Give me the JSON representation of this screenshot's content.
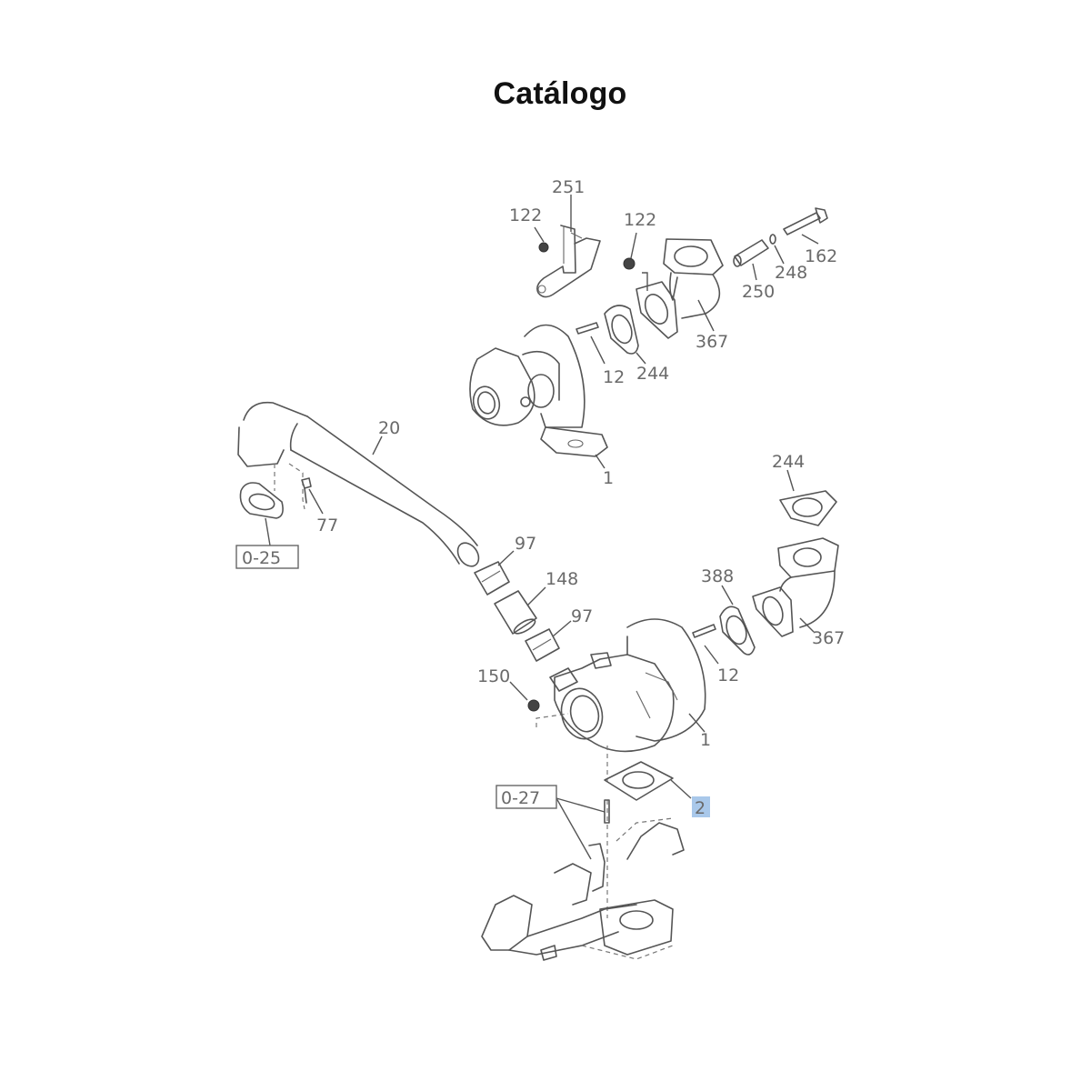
{
  "page": {
    "title": "Catálogo"
  },
  "diagram": {
    "highlight_color": "#a9c8ea",
    "callouts": {
      "c251": "251",
      "c122a": "122",
      "c122b": "122",
      "c162": "162",
      "c248": "248",
      "c250": "250",
      "c367a": "367",
      "c12a": "12",
      "c244a": "244",
      "c1a": "1",
      "c20": "20",
      "c77": "77",
      "c244b": "244",
      "c97a": "97",
      "c148": "148",
      "c97b": "97",
      "c388": "388",
      "c367b": "367",
      "c12b": "12",
      "c150": "150",
      "c1b": "1",
      "c2": "2"
    },
    "references": {
      "r025": "0-25",
      "r027": "0-27"
    }
  }
}
